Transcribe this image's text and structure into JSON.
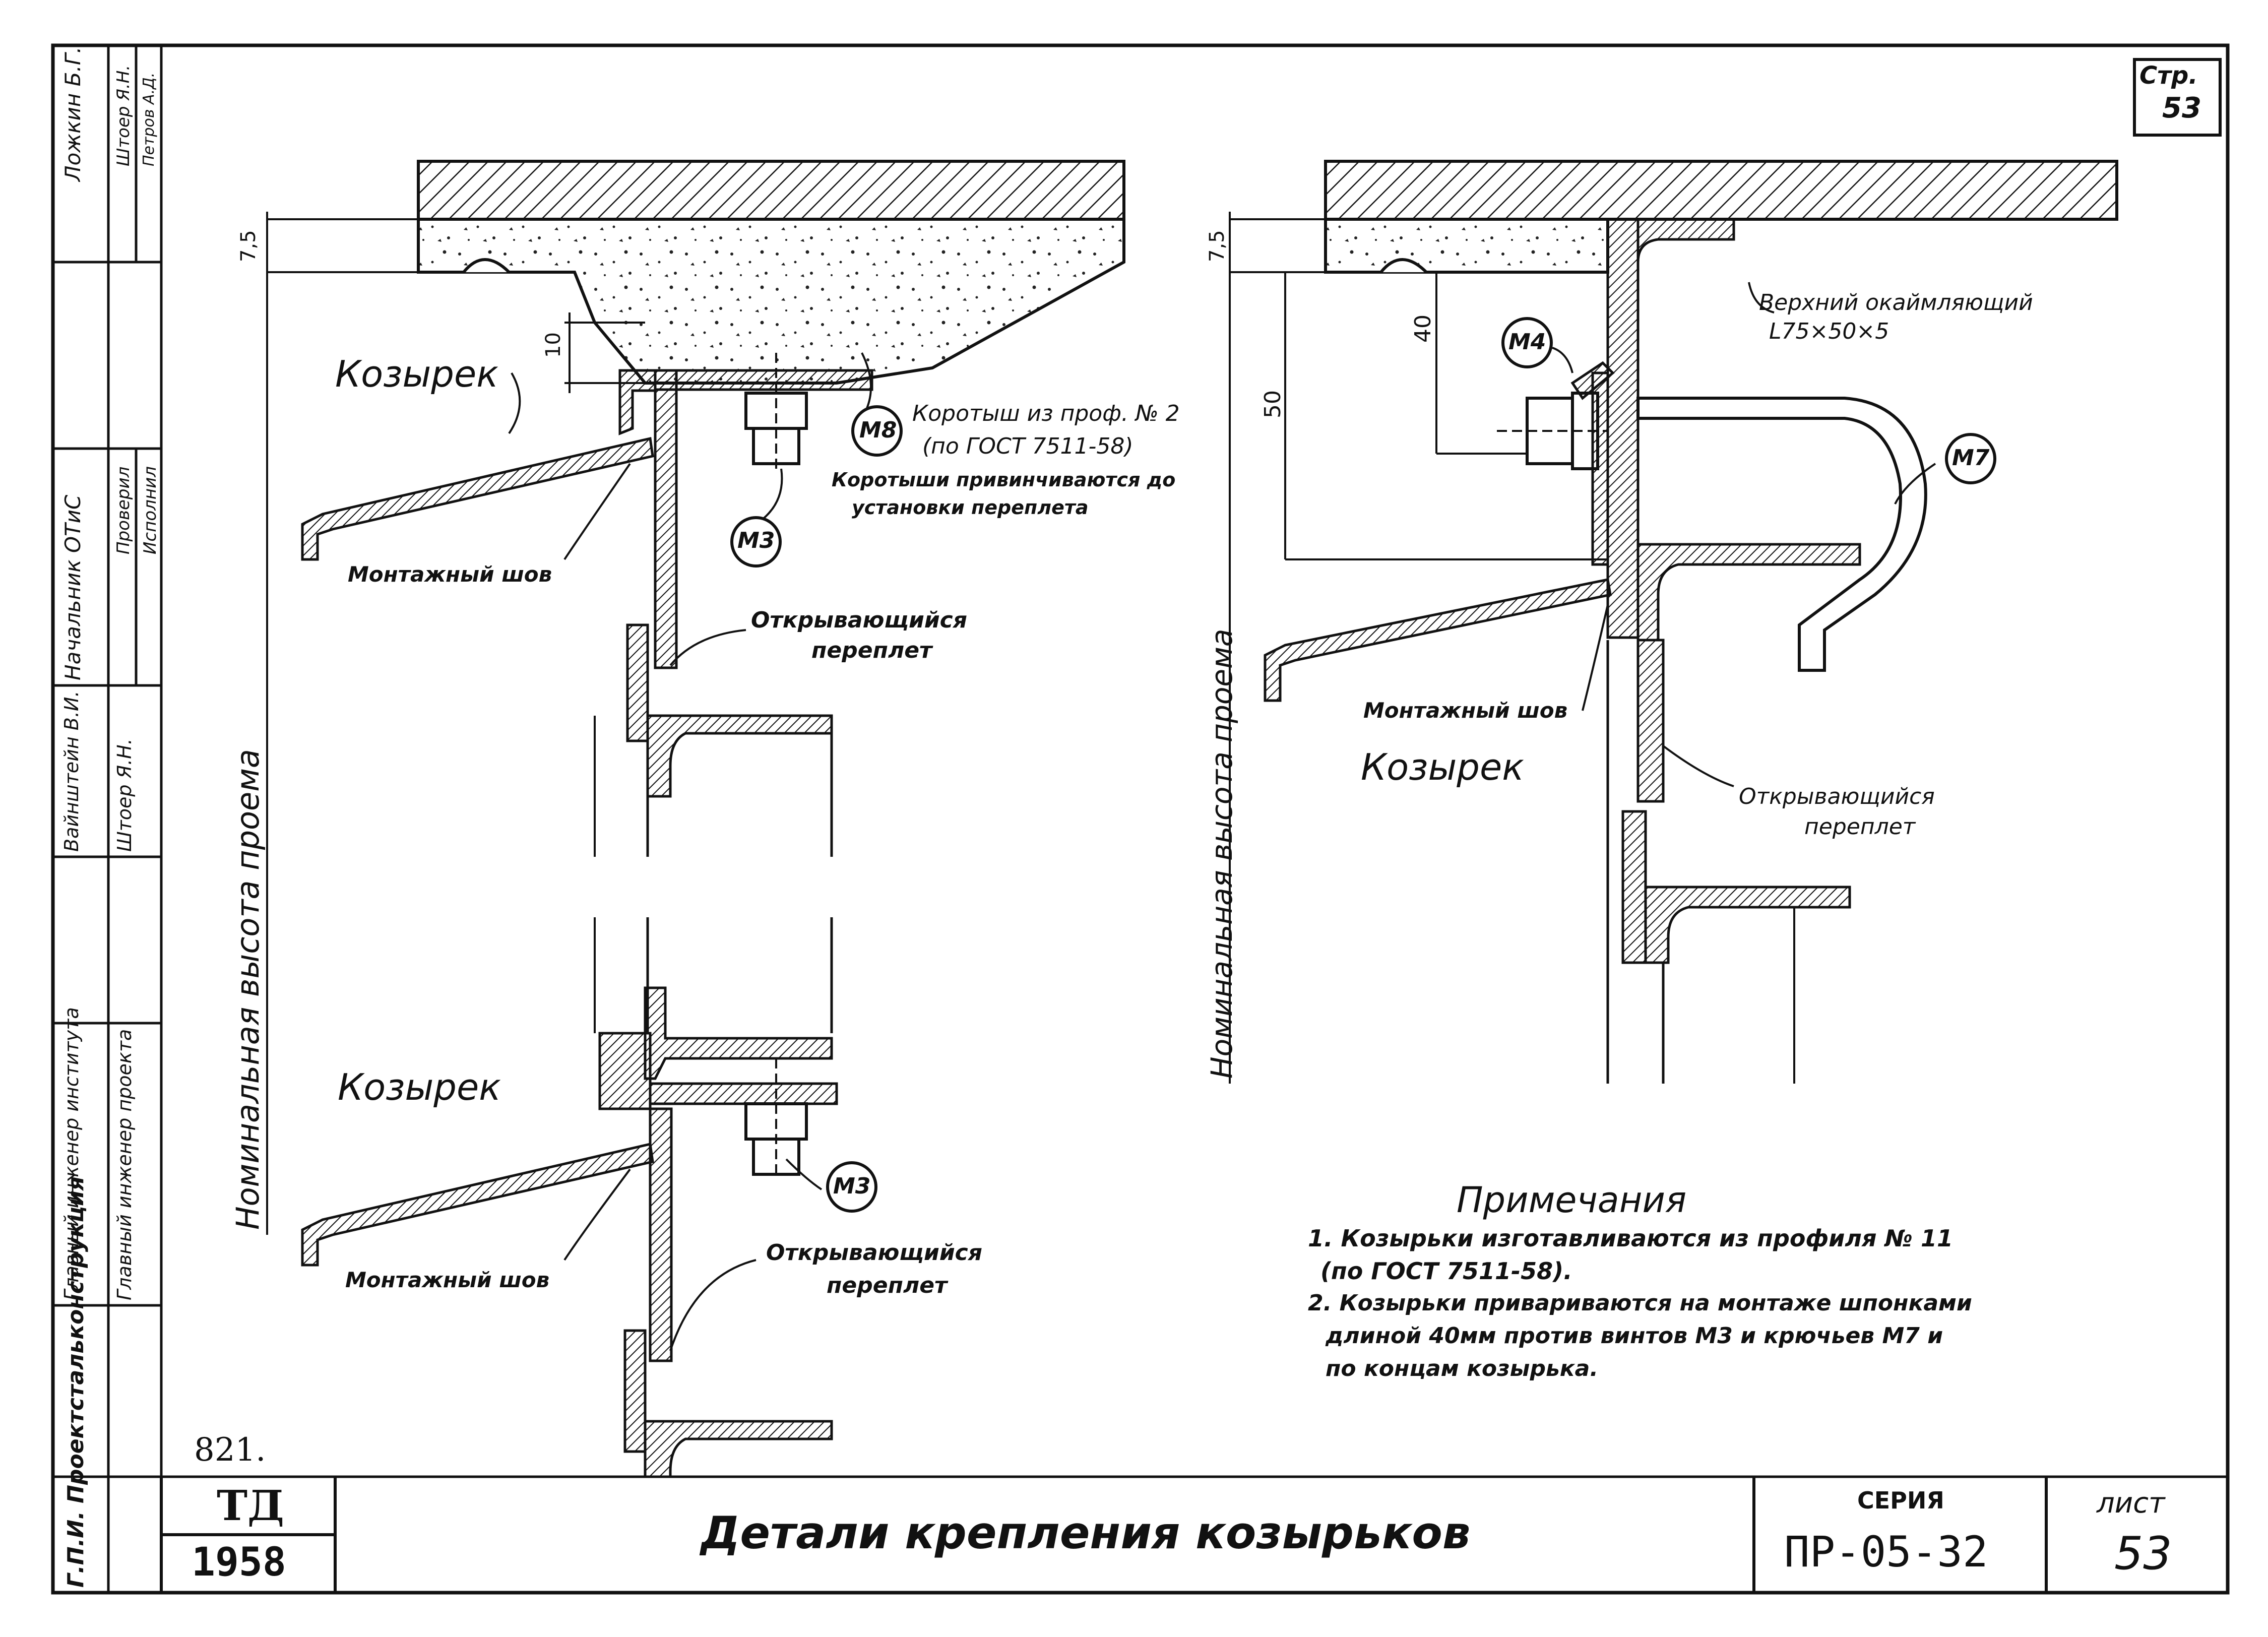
{
  "page_ref": {
    "label": "Стр.",
    "number": "53"
  },
  "stamp_column": {
    "institute": "Г.П.И. Проектстальконструкция",
    "chief_engineer_institute": "Главный инженер института",
    "chief_engineer_project": "Главный инженер проекта",
    "dept_head": "Начальник ОТиС",
    "checked": "Проверил",
    "performed": "Исполнил",
    "names": [
      "Ложкин Б.Г.",
      "Штоер Я.Н.",
      "Петров А.Д.",
      "Вайнштейн В.И.",
      "Штоер Я.Н."
    ]
  },
  "detail_top_left": {
    "dim_top": "7,5",
    "dim_10": "10",
    "visor_label": "Козырек",
    "weld_label": "Монтажный шов",
    "marker_m8": "М8",
    "marker_m3": "М3",
    "m8_note_1": "Коротыш из проф. № 2",
    "m8_note_2": "(по ГОСТ 7511-58)",
    "m8_note_3": "Коротыши привинчиваются до",
    "m8_note_4": "установки переплета",
    "sash_label_1": "Открывающийся",
    "sash_label_2": "переплет",
    "vertical_label": "Номинальная высота проема"
  },
  "detail_bottom_left": {
    "visor_label": "Козырек",
    "weld_label": "Монтажный шов",
    "marker_m3": "М3",
    "sash_label_1": "Открывающийся",
    "sash_label_2": "переплет"
  },
  "detail_right": {
    "dim_top": "7,5",
    "dim_40": "40",
    "dim_50": "50",
    "marker_m4": "М4",
    "marker_m7": "М7",
    "angle_label_1": "Верхний окаймляющий",
    "angle_label_2": "L75×50×5",
    "visor_label": "Козырек",
    "weld_label": "Монтажный шов",
    "sash_label_1": "Открывающийся",
    "sash_label_2": "переплет",
    "vertical_label": "Номинальная высота проема"
  },
  "notes": {
    "heading": "Примечания",
    "line1": "1. Козырьки изготавливаются из профиля  № 11",
    "line2": "(по ГОСТ 7511-58).",
    "line3": "2. Козырьки привариваются на монтаже шпонками",
    "line4": "длиной 40мм против винтов М3 и крючьев М7 и",
    "line5": "по концам козырька."
  },
  "sheet_code": "821.",
  "title_block": {
    "stamp_top": "ТД",
    "year": "1958",
    "title": "Детали крепления козырьков",
    "series_label": "СЕРИЯ",
    "series": "ПР-05-32",
    "sheet_label": "лист",
    "sheet_number": "53"
  }
}
